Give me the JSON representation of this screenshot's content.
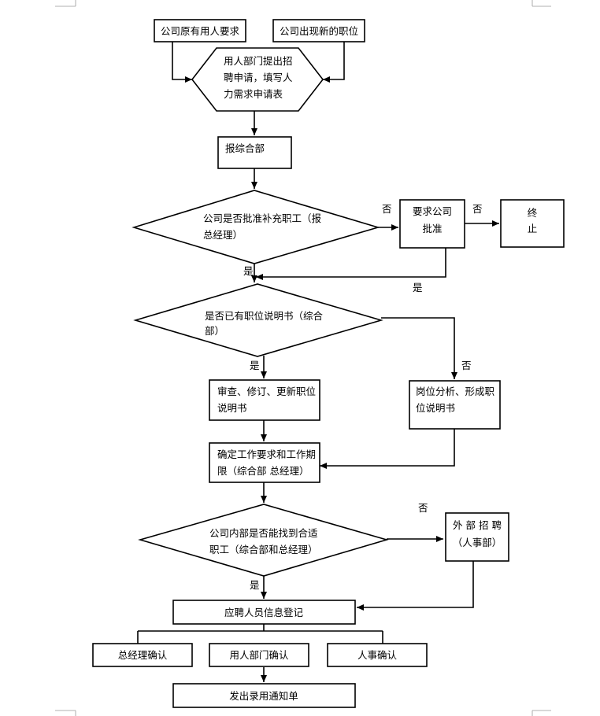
{
  "nodes": {
    "need_existing": "公司原有用人要求",
    "need_new_position": "公司出现新的职位",
    "dept_request": [
      "用人部门提出招",
      "聘申请，填写人",
      "力需求申请表"
    ],
    "to_admin": "报综合部",
    "approve_q": [
      "公司是否批准补充职工（报",
      "总经理）"
    ],
    "ask_approval": [
      "要求公司",
      "批准"
    ],
    "terminate": [
      "终",
      "止"
    ],
    "has_jd_q": [
      "是否已有职位说明书（综合",
      "部）"
    ],
    "review_jd": [
      "审查、修订、更新职位",
      "说明书"
    ],
    "analyze_jd": [
      "岗位分析、形成职",
      "位说明书"
    ],
    "define_req": [
      "确定工作要求和工作期",
      "限（综合部 总经理）"
    ],
    "internal_q": [
      "公司内部是否能找到合适",
      "职工（综合部和总经理）"
    ],
    "external": [
      "外 部 招 聘",
      "（人事部）"
    ],
    "register": "应聘人员信息登记",
    "gm_confirm": "总经理确认",
    "dept_confirm": "用人部门确认",
    "hr_confirm": "人事确认",
    "offer": "发出录用通知单"
  },
  "edge_labels": {
    "approve_no": "否",
    "ask_no": "否",
    "approve_yes": "是",
    "ask_yes": "是",
    "has_jd_yes": "是",
    "has_jd_no": "否",
    "internal_no": "否",
    "internal_yes": "是"
  }
}
